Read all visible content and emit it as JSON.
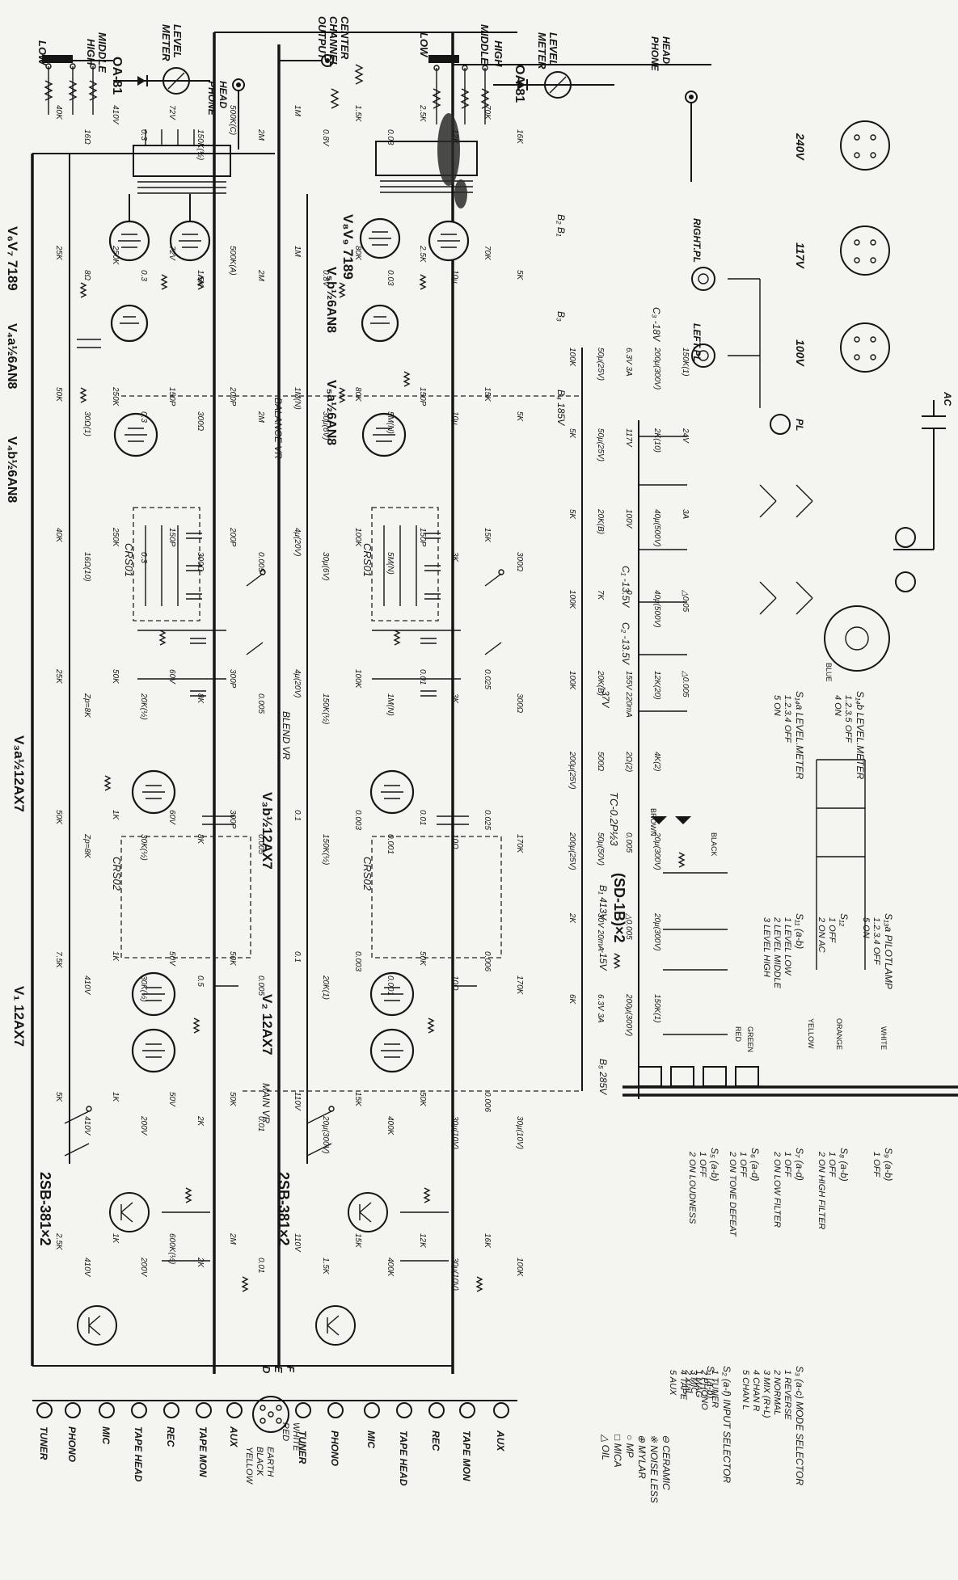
{
  "top_labels": {
    "center_channel_output": [
      "CENTER",
      "CHANNEL",
      "OUTPUT"
    ],
    "low_left": "LOW",
    "middle_left": "MIDDLE",
    "high_left": "HIGH",
    "level_meter_left": [
      "LEVEL",
      "METER"
    ],
    "head_phone_left": [
      "HEAD",
      "PHONE"
    ],
    "low_right": "LOW",
    "middle_right": "MIDDLE",
    "high_right": "HIGH",
    "level_meter_right": [
      "LEVEL",
      "METER"
    ],
    "head_phone_right": [
      "HEAD",
      "PHONE"
    ],
    "oa81_left": "OA-81",
    "oa81_right": "OA-81"
  },
  "tubes": {
    "v6v7": "V₆V₇ 7189",
    "v8v9": "V₈V₉ 7189",
    "v4a": "V₄a½6AN8",
    "v5b": "V₅b½6AN8",
    "v4b": "V₄b½6AN8",
    "v5a": "V₅a½6AN8",
    "v3a": "V₃a½12AX7",
    "v3b": "V₃b½12AX7",
    "v1": "V₁ 12AX7",
    "v2": "V₂ 12AX7",
    "tr": "2SB-381×2",
    "sd": "(SD-1B)×2",
    "tc": "TC-0.2P½3"
  },
  "inputs_left": [
    "TUNER",
    "PHONO",
    "MIC",
    "TAPE HEAD",
    "REC",
    "TAPE MON",
    "AUX"
  ],
  "inputs_right": [
    "TUNER",
    "PHONO",
    "MIC",
    "TAPE HEAD",
    "REC",
    "TAPE MON",
    "AUX"
  ],
  "connector_labels": [
    "YELLOW",
    "BLACK",
    "EARTH",
    "RED",
    "WHITE"
  ],
  "connector_letters": [
    "D",
    "E",
    "F"
  ],
  "vr_labels": {
    "balance": "BALANCE VR",
    "blend": "BLEND VR",
    "main": "MAIN VR"
  },
  "filters": {
    "crs01_a": "CRS01",
    "crs01_b": "CRS01",
    "crs02_a": "CRS02",
    "crs02_b": "CRS02"
  },
  "pilot_lamps": {
    "right": "RIGHT.PL",
    "left": "LEFT.PL",
    "pl": "PL",
    "ac": "AC"
  },
  "voltages": [
    "240V",
    "117V",
    "100V"
  ],
  "supply_labels": {
    "c3": "C₃ -18V",
    "c1": "C₁ -13.5V",
    "c2": "C₂ -13.5V",
    "neg37": "-37V",
    "b4": "B₄ 185V",
    "b1": "B₁ 413V",
    "b2": "B₂ B₁",
    "b3": "B₃",
    "b5": "B₅ 285V",
    "s15v": "-15V"
  },
  "legend_materials": [
    "△ OIL",
    "□ MICA",
    "○ MP",
    "⊕ MYLAR",
    "※ NOISE LESS",
    "⊖ CERAMIC"
  ],
  "legend_switches": [
    {
      "title": "S₁ (a-b)",
      "items": [
        "1 MAG",
        "2 XtaL"
      ]
    },
    {
      "title": "S₂ (a-f) INPUT SELECTOR",
      "items": [
        "1 TUNER",
        "2 PHONO",
        "3 MIC",
        "4 TAPE",
        "5 AUX"
      ]
    },
    {
      "title": "S₃ (a-c) MODE SELECTOR",
      "items": [
        "1 REVERSE",
        "2 NORMAL",
        "3 MIX (R+L)",
        "4 CHAN R",
        "5 CHAN L"
      ]
    },
    {
      "title": "S₅ (a-b)",
      "items": [
        "1 OFF",
        "2 ON LOUDNESS"
      ]
    },
    {
      "title": "S₆ (a-d)",
      "items": [
        "1 OFF",
        "2 ON TONE DEFEAT"
      ]
    },
    {
      "title": "S₇ (a-d)",
      "items": [
        "1 OFF",
        "2 ON LOW FILTER"
      ]
    },
    {
      "title": "S₈ (a-b)",
      "items": [
        "1 OFF",
        "2 ON HIGH FILTER"
      ]
    },
    {
      "title": "S₉ (a-b)",
      "items": [
        "1 OFF"
      ]
    },
    {
      "title": "S₁₁ (a-b)",
      "items": [
        "1 LEVEL LOW",
        "2 LEVEL MIDDLE",
        "3 LEVEL HIGH"
      ]
    },
    {
      "title": "S₁₂",
      "items": [
        "1 OFF",
        "2 ON AC"
      ]
    },
    {
      "title": "S₁₃a PILOTLAMP",
      "items": [
        "1.2.3.4 OFF",
        "5 ON"
      ]
    },
    {
      "title": "S₁₄a LEVEL.METER",
      "items": [
        "1.2.3.4 OFF",
        "5 ON"
      ]
    },
    {
      "title": "S₁₄b LEVEL.METER",
      "items": [
        "1.2.3.5 OFF",
        "4 ON"
      ]
    }
  ],
  "component_labels": [
    "40K",
    "25K",
    "50K",
    "40K",
    "25K",
    "50K",
    "7.5K",
    "5K",
    "2.5K",
    "16Ω",
    "8Ω",
    "30Ω(1)",
    "16Ω(10)",
    "Zp=8K",
    "Zp=8K",
    "410V",
    "410V",
    "410V",
    "410V",
    "250K",
    "250K",
    "250K",
    "50K",
    "1K",
    "1K",
    "1K",
    "1K",
    "0.3",
    "0.3",
    "0.3",
    "0.3",
    "20K(½)",
    "30K(½)",
    "30K(½)",
    "200V",
    "200V",
    "72V",
    "72V",
    "150P",
    "150P",
    "60V",
    "60V",
    "50V",
    "50V",
    "600K(½)",
    "150K(½)",
    "1.5K",
    "300Ω",
    "300Ω",
    "8K",
    "8K",
    "0.5",
    "2K",
    "2K",
    "500K(C)",
    "500K(A)",
    "200P",
    "200P",
    "300P",
    "300P",
    "50K",
    "50K",
    "2M",
    "2M",
    "2M",
    "2M",
    "0.005",
    "0.005",
    "0.005",
    "0.005",
    "0.01",
    "0.01",
    "1M",
    "1M",
    "1M(N)",
    "4μ(20V)",
    "4μ(20V)",
    "0.1",
    "0.1",
    "110V",
    "110V",
    "0.8V",
    "0.8V",
    "30μ(6V)",
    "30μ(6V)",
    "150K(½)",
    "150K(½)",
    "20K(1)",
    "20μ(300V)",
    "1.5K",
    "1.5K",
    "80K",
    "80K",
    "100K",
    "100K",
    "0.003",
    "0.003",
    "15K",
    "15K",
    "0.03",
    "0.03",
    "5M(N)",
    "5M(N)",
    "1M(N)",
    "0.001",
    "0.001",
    "400K",
    "400K",
    "2.5K",
    "2.5K",
    "150P",
    "150P",
    "0.01",
    "0.01",
    "50K",
    "50K",
    "12K",
    "12K",
    "10μ",
    "10μ",
    "3K",
    "3K",
    "10Ω",
    "10Ω",
    "30μ(10V)",
    "30μ(10V)",
    "70K",
    "70K",
    "15K",
    "15K",
    "0.025",
    "0.025",
    "0.006",
    "0.006",
    "16K",
    "16K",
    "5K",
    "5K",
    "300Ω",
    "300Ω",
    "170K",
    "170K",
    "30μ(10V)",
    "100K",
    "100K",
    "5K",
    "5K",
    "100K",
    "100K",
    "200μ(25V)",
    "200μ(25V)",
    "2K",
    "6K",
    "50μ(25V)",
    "50μ(25V)",
    "20K(B)",
    "7K",
    "20K(B)",
    "500Ω",
    "50μ(50V)",
    "30V 20mA",
    "6.3V 3A",
    "6.3V 3A",
    "117V",
    "100V",
    "0",
    "155V 220mA",
    "2Ω(2)",
    "0.005",
    "△0.005",
    "200μ(300V)",
    "200μ(300V)",
    "2K(10)",
    "40μ(500V)",
    "40μ(500V)",
    "12K(20)",
    "4K(2)",
    "20μ(300V)",
    "20μ(300V)",
    "150K(1)",
    "150K(1)",
    "24V",
    "3A",
    "△0.05",
    "△0.005"
  ],
  "wire_colors": [
    "BLUE",
    "YELLOW",
    "GREEN",
    "BLACK",
    "RED",
    "WHITE",
    "ORANGE",
    "BROWN"
  ]
}
